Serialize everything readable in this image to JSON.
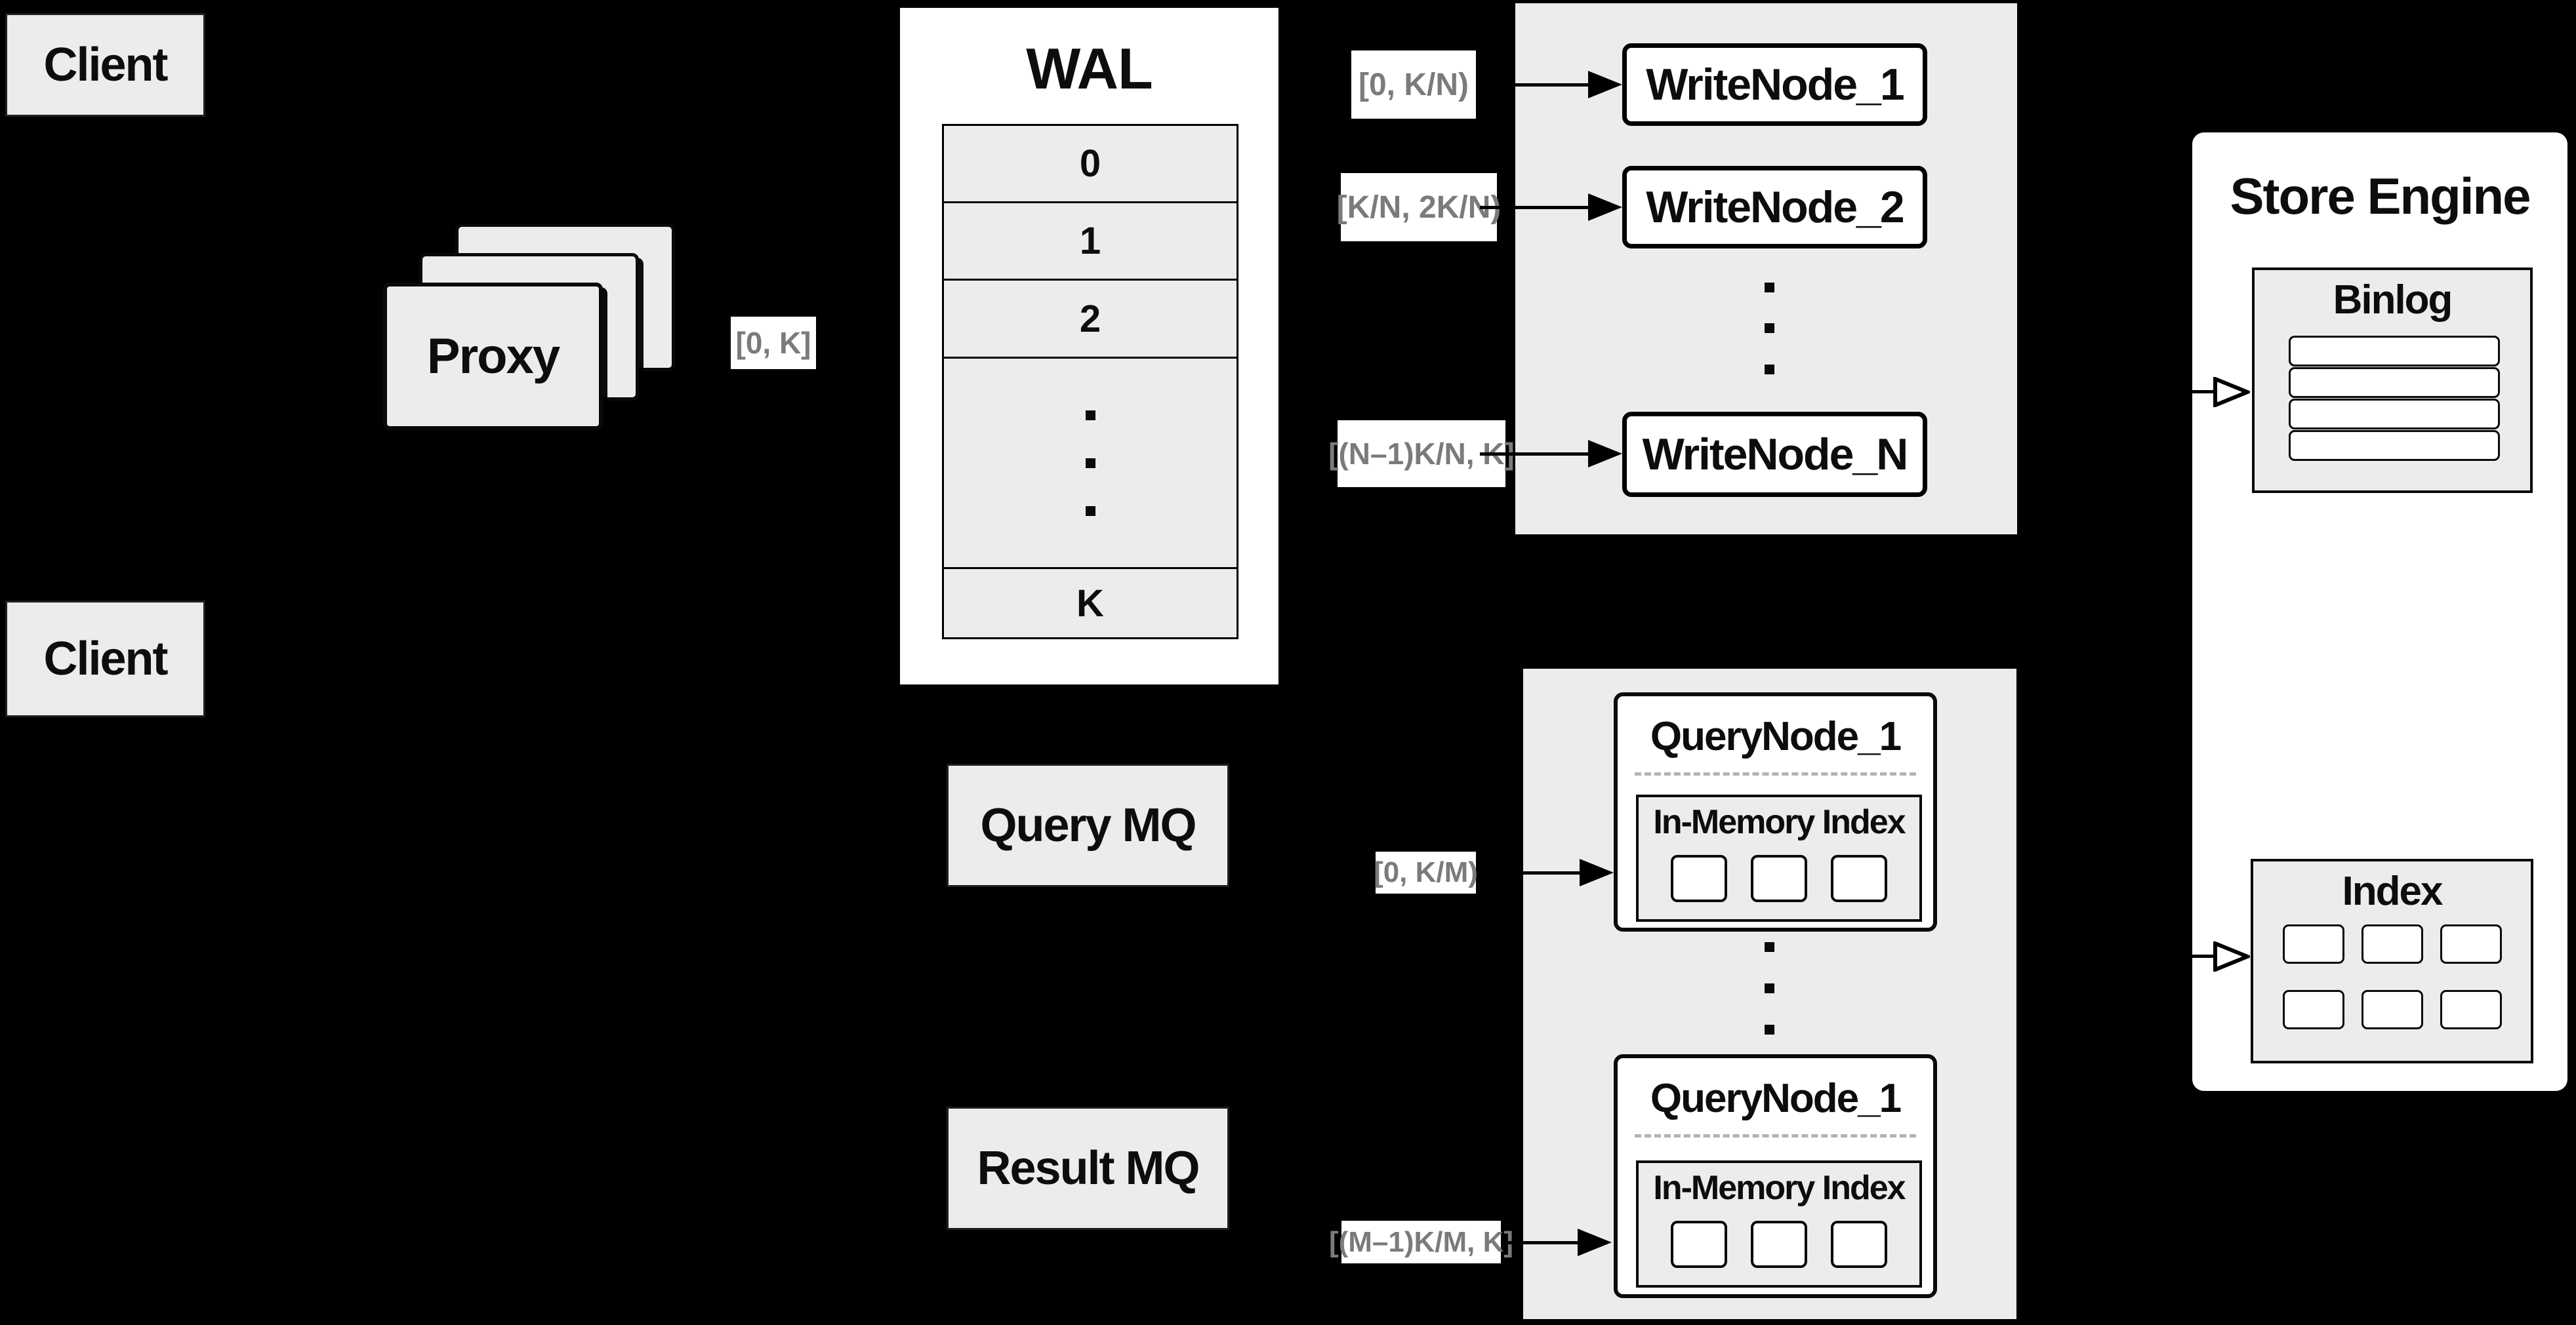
{
  "clients": {
    "top_label": "Client",
    "bottom_label": "Client"
  },
  "proxy": {
    "label": "Proxy"
  },
  "range_labels": {
    "proxy_out": "[0, K]",
    "write_1": "[0,  K/N)",
    "write_2": "[K/N, 2K/N)",
    "write_n": "[(N–1)K/N,  K]",
    "query_1": "[0, K/M)",
    "query_m": "[(M–1)K/M, K]"
  },
  "wal": {
    "title": "WAL",
    "rows": [
      "0",
      "1",
      "2",
      "K"
    ]
  },
  "write_group": {
    "nodes": [
      "WriteNode_1",
      "WriteNode_2",
      "WriteNode_N"
    ]
  },
  "mq": {
    "query_label": "Query MQ",
    "result_label": "Result MQ"
  },
  "query_group": {
    "nodes": [
      {
        "title": "QueryNode_1",
        "inner_title": "In-Memory Index"
      },
      {
        "title": "QueryNode_1",
        "inner_title": "In-Memory Index"
      }
    ]
  },
  "store_engine": {
    "title": "Store Engine",
    "binlog_title": "Binlog",
    "index_title": "Index"
  },
  "colors": {
    "background": "#000000",
    "box_gray": "#ececec",
    "box_white": "#ffffff",
    "border": "#000000",
    "range_text": "#7b7b7b",
    "dashed_divider": "#b3b3b3"
  }
}
